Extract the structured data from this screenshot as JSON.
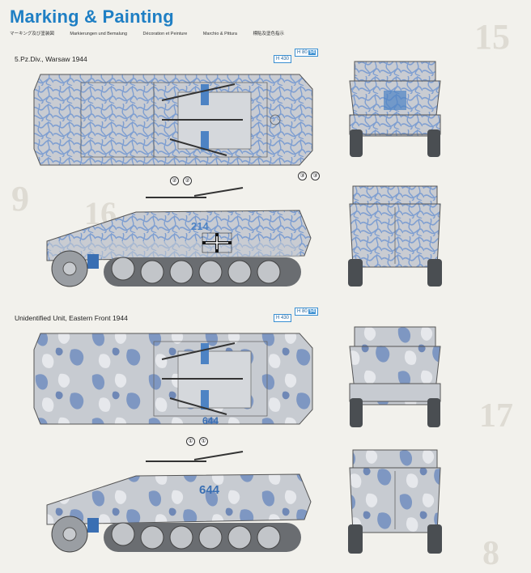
{
  "header": {
    "title": "Marking & Painting",
    "subtitles": [
      "マーキング及び塗装図",
      "Markierungen und Bemalung",
      "Décoration et Peinture",
      "Marchio & Pittura",
      "標貼及塗色指示"
    ]
  },
  "scheme1": {
    "caption": "5.Pz.Div., Warsaw 1944",
    "height_badge": "430",
    "height_badge2": "80",
    "height_badge2_code": "54",
    "callout_a": "②",
    "callout_a2": "②",
    "callout_b": "③",
    "callout_b2": "③",
    "hull_number": "214"
  },
  "scheme2": {
    "caption": "Unidentified Unit, Eastern Front 1944",
    "height_badge": "430",
    "height_badge2": "80",
    "height_badge2_code": "54",
    "callout_a": "①",
    "callout_a2": "①",
    "hull_number": "644",
    "top_number": "644"
  },
  "colors": {
    "accent": "#1f7fc4",
    "camo_grey": "#c7cbd0",
    "camo_blue": "#7f9fd1",
    "camo_dark": "#5f7fb3",
    "wheel": "#9a9ea3"
  }
}
